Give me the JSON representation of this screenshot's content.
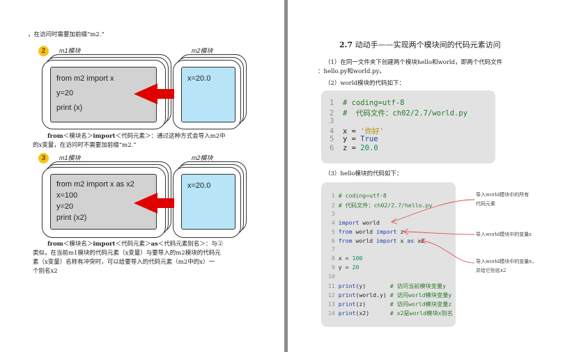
{
  "left": {
    "intro_line": "，在访问时需要加前缀“m2.”",
    "diagram2": {
      "badge": "2",
      "m1_label": "m1模块",
      "m2_label": "m2模块",
      "m1_lines": [
        "from m2 import x",
        "y=20",
        "print (x)"
      ],
      "m2_lines": [
        "x=20.0"
      ]
    },
    "para1": [
      {
        "parts": [
          {
            "t": "from",
            "b": true
          },
          {
            "t": "＜模块名＞",
            "b": false
          },
          {
            "t": "import",
            "b": true
          },
          {
            "t": "＜代码元素＞：通过这种方式会导入m2中",
            "b": false
          }
        ]
      },
      {
        "parts": [
          {
            "t": "的x变量，在访问时不需要加前缀“m2.”",
            "b": false
          }
        ]
      }
    ],
    "diagram3": {
      "badge": "3",
      "m1_label": "m1模块",
      "m2_label": "m2模块",
      "m1_lines": [
        "from m2 import x as x2",
        "x=100",
        "y=20",
        "print (x2)"
      ],
      "m2_lines": [
        "x=20.0"
      ]
    },
    "para2": [
      {
        "parts": [
          {
            "t": "from",
            "b": true
          },
          {
            "t": "＜模块名＞",
            "b": false
          },
          {
            "t": "import",
            "b": true
          },
          {
            "t": "＜代码元素＞",
            "b": false
          },
          {
            "t": "as",
            "b": true
          },
          {
            "t": "＜代码元素别名＞：与②",
            "b": false
          }
        ]
      },
      {
        "parts": [
          {
            "t": "类似，在当前m1模块的代码元素（x变量）与要导入的m2模块的代码元",
            "b": false
          }
        ]
      },
      {
        "parts": [
          {
            "t": "素（x变量）名称有冲突时，可以给要导入的代码元素（m2中的x）一",
            "b": false
          }
        ]
      },
      {
        "parts": [
          {
            "t": "个别名x2",
            "b": false
          }
        ]
      }
    ]
  },
  "right": {
    "heading_num": "2.7",
    "heading_text": " 动动手——实现两个模块间的代码元素访问",
    "p1_line1": "（1）在同一文件夹下创建两个模块hello和world，即两个代码文件",
    "p1_line2": "：hello.py和world.py。",
    "p2": "（2）world模块的代码如下：",
    "world_code": [
      [
        {
          "c": "lnum",
          "t": "1  "
        },
        {
          "c": "cm",
          "t": "# coding=utf-8"
        }
      ],
      [
        {
          "c": "lnum",
          "t": "2  "
        },
        {
          "c": "cm",
          "t": "#  代码文件：ch02/2.7/world.py"
        }
      ],
      [
        {
          "c": "lnum",
          "t": "3"
        }
      ],
      [
        {
          "c": "lnum",
          "t": "4  "
        },
        {
          "c": "",
          "t": "x = "
        },
        {
          "c": "str",
          "t": "'你好'"
        }
      ],
      [
        {
          "c": "lnum",
          "t": "5  "
        },
        {
          "c": "",
          "t": "y = "
        },
        {
          "c": "kw",
          "t": "True"
        }
      ],
      [
        {
          "c": "lnum",
          "t": "6  "
        },
        {
          "c": "",
          "t": "z = "
        },
        {
          "c": "num",
          "t": "20.0"
        }
      ]
    ],
    "p3": "（3）hello模块的代码如下：",
    "hello_code": [
      [
        {
          "c": "lnum",
          "t": " 1 "
        },
        {
          "c": "cm",
          "t": "# coding=utf-8"
        }
      ],
      [
        {
          "c": "lnum",
          "t": " 2 "
        },
        {
          "c": "cm",
          "t": "# 代码文件：ch02/2.7/hello.py"
        }
      ],
      [
        {
          "c": "lnum",
          "t": " 3"
        }
      ],
      [
        {
          "c": "lnum",
          "t": " 4 "
        },
        {
          "c": "kw",
          "t": "import"
        },
        {
          "c": "",
          "t": " world"
        }
      ],
      [
        {
          "c": "lnum",
          "t": " 5 "
        },
        {
          "c": "kw",
          "t": "from"
        },
        {
          "c": "",
          "t": " world "
        },
        {
          "c": "kw",
          "t": "import"
        },
        {
          "c": "",
          "t": " z"
        }
      ],
      [
        {
          "c": "lnum",
          "t": " 6 "
        },
        {
          "c": "kw",
          "t": "from"
        },
        {
          "c": "",
          "t": " world "
        },
        {
          "c": "kw",
          "t": "import"
        },
        {
          "c": "",
          "t": " x "
        },
        {
          "c": "kw",
          "t": "as"
        },
        {
          "c": "",
          "t": " x2"
        }
      ],
      [
        {
          "c": "lnum",
          "t": " 7"
        }
      ],
      [
        {
          "c": "lnum",
          "t": " 8 "
        },
        {
          "c": "",
          "t": "x = "
        },
        {
          "c": "num",
          "t": "100"
        }
      ],
      [
        {
          "c": "lnum",
          "t": " 9 "
        },
        {
          "c": "",
          "t": "y = "
        },
        {
          "c": "num",
          "t": "20"
        }
      ],
      [
        {
          "c": "lnum",
          "t": "10"
        }
      ],
      [
        {
          "c": "lnum",
          "t": "11 "
        },
        {
          "c": "kw",
          "t": "print"
        },
        {
          "c": "",
          "t": "(y)       "
        },
        {
          "c": "cm",
          "t": "# 访问当前模块变量y"
        }
      ],
      [
        {
          "c": "lnum",
          "t": "12 "
        },
        {
          "c": "kw",
          "t": "print"
        },
        {
          "c": "",
          "t": "(world.y) "
        },
        {
          "c": "cm",
          "t": "# 访问world模块变量y"
        }
      ],
      [
        {
          "c": "lnum",
          "t": "13 "
        },
        {
          "c": "kw",
          "t": "print"
        },
        {
          "c": "",
          "t": "(z)       "
        },
        {
          "c": "cm",
          "t": "# 访问world模块变量z"
        }
      ],
      [
        {
          "c": "lnum",
          "t": "14 "
        },
        {
          "c": "kw",
          "t": "print"
        },
        {
          "c": "",
          "t": "(x2)      "
        },
        {
          "c": "cm",
          "t": "# x2是world模块x别名"
        }
      ]
    ],
    "callouts": {
      "c1": [
        "导入world模块中的所有",
        "代码元素"
      ],
      "c2": [
        "导入world模块中的变量z"
      ],
      "c3": [
        "导入world模块中的变量x，",
        "并给它别名x2"
      ]
    }
  },
  "colors": {
    "arrow": "#e00000",
    "badge": "#f5c21b",
    "m1_box": "#d2d2d2",
    "m2_box": "#b8e4f7",
    "code_bg": "#e2e2e2",
    "divider": "#8c8c8c",
    "callout_line": "#e05050"
  }
}
